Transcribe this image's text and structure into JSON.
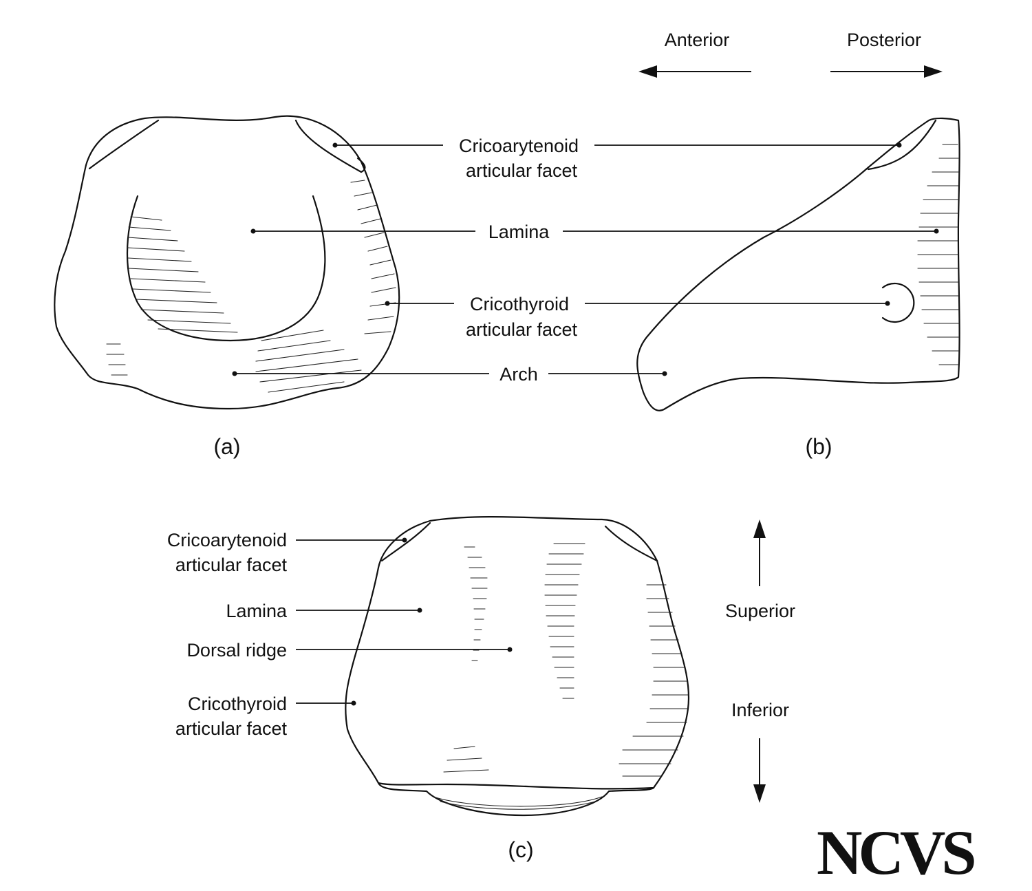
{
  "orientation": {
    "anterior": "Anterior",
    "posterior": "Posterior",
    "superior": "Superior",
    "inferior": "Inferior"
  },
  "labels_ab": {
    "cricoarytenoid_line1": "Cricoarytenoid",
    "cricoarytenoid_line2": "articular facet",
    "lamina": "Lamina",
    "cricothyroid_line1": "Cricothyroid",
    "cricothyroid_line2": "articular facet",
    "arch": "Arch"
  },
  "labels_c": {
    "cricoarytenoid_line1": "Cricoarytenoid",
    "cricoarytenoid_line2": "articular facet",
    "lamina": "Lamina",
    "dorsal_ridge": "Dorsal ridge",
    "cricothyroid_line1": "Cricothyroid",
    "cricothyroid_line2": "articular facet"
  },
  "captions": {
    "a": "(a)",
    "b": "(b)",
    "c": "(c)"
  },
  "logo": "NCVS"
}
